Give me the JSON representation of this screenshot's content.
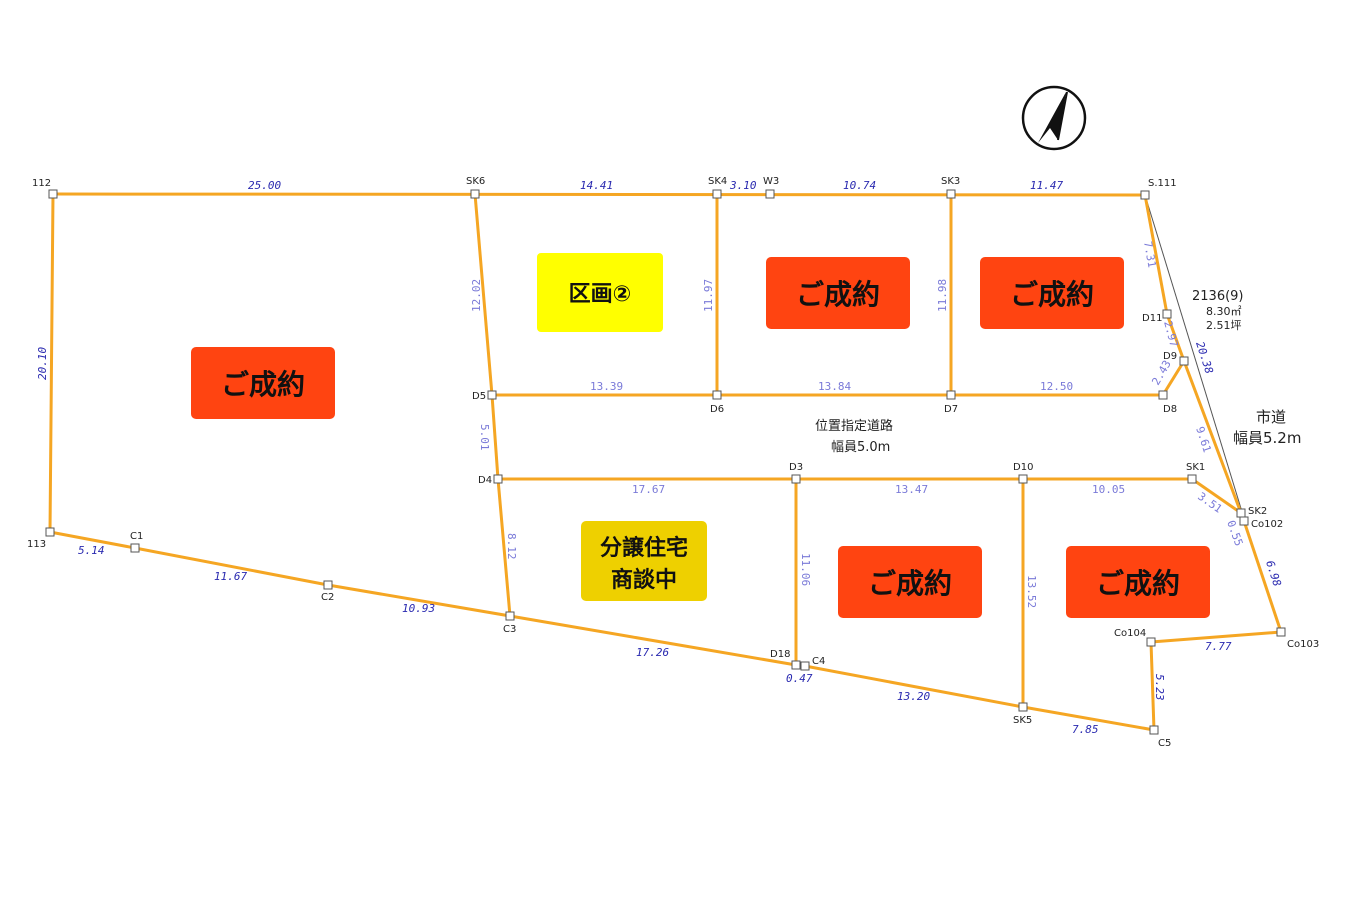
{
  "colors": {
    "boundary": "#F5A623",
    "sold": "#FF4411",
    "available": "#FFFF00",
    "negotiation": "#EED000"
  },
  "badges": {
    "sold_label": "ご成約",
    "lot2_label": "区画②",
    "negotiation_line1": "分譲住宅",
    "negotiation_line2": "商談中"
  },
  "points": {
    "p112": "112",
    "sk6": "SK6",
    "sk4": "SK4",
    "w3": "W3",
    "sk3": "SK3",
    "s111": "S.111",
    "d11": "D11",
    "d9": "D9",
    "d8": "D8",
    "d5": "D5",
    "d6": "D6",
    "d7": "D7",
    "d4": "D4",
    "d3": "D3",
    "d10": "D10",
    "sk1": "SK1",
    "sk2": "SK2",
    "co102": "Co102",
    "p113": "113",
    "c1": "C1",
    "c2": "C2",
    "c3": "C3",
    "d18": "D18",
    "c4": "C4",
    "sk5": "SK5",
    "c5": "C5",
    "co104": "Co104",
    "co103": "Co103"
  },
  "dims": {
    "top1": "25.00",
    "top2": "14.41",
    "top3": "3.10",
    "top4": "10.74",
    "top5": "11.47",
    "left": "20.10",
    "sk6_d5": "12.02",
    "sk4_d6": "11.97",
    "sk3_d7": "11.98",
    "s111_d11": "7.31",
    "d11_d9": "2.97",
    "d9_d8": "2.43",
    "diag": "20.38",
    "d5_d6": "13.39",
    "d6_d7": "13.84",
    "d7_d8": "12.50",
    "d5_d4": "5.01",
    "d4_d3": "17.67",
    "d3_d10": "13.47",
    "d10_sk1": "10.05",
    "d8_sk2": "9.61",
    "sk1_sk2": "3.51",
    "sk2_co102": "0.55",
    "co102_co103": "6.98",
    "bot1": "5.14",
    "bot2": "11.67",
    "bot3": "10.93",
    "d4_c3": "8.12",
    "bot4": "17.26",
    "d3_d18": "11.06",
    "d18_c4": "0.47",
    "bot5": "13.20",
    "d10_sk5": "13.52",
    "bot6": "7.85",
    "co104_co103": "7.77",
    "c5_co104": "5.23"
  },
  "notes": {
    "road_line1": "位置指定道路",
    "road_line2": "幅員5.0m",
    "city_line1": "市道",
    "city_line2": "幅員5.2m",
    "parcel_no": "2136(9)",
    "parcel_area": "8.30㎡",
    "parcel_tsubo": "2.51坪"
  },
  "icons": {
    "north": "north-arrow-icon"
  }
}
